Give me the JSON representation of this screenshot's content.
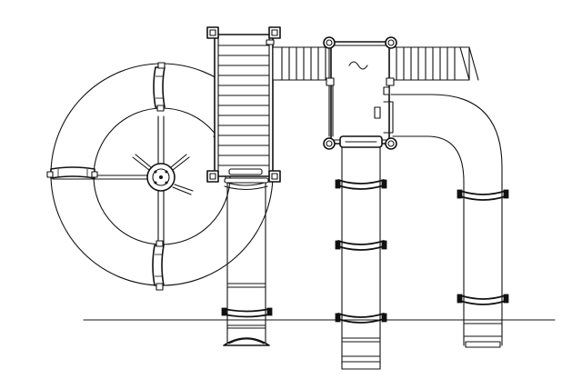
{
  "colors": {
    "background": "#ffffff",
    "line": "#111111"
  },
  "drawing": {
    "view": "side elevation",
    "components": [
      "spiral-slide",
      "stair-ladder",
      "upper-platform",
      "bridge-walkway",
      "tube-slide-left",
      "tube-slide-center",
      "tube-slide-right",
      "ground-line"
    ]
  }
}
